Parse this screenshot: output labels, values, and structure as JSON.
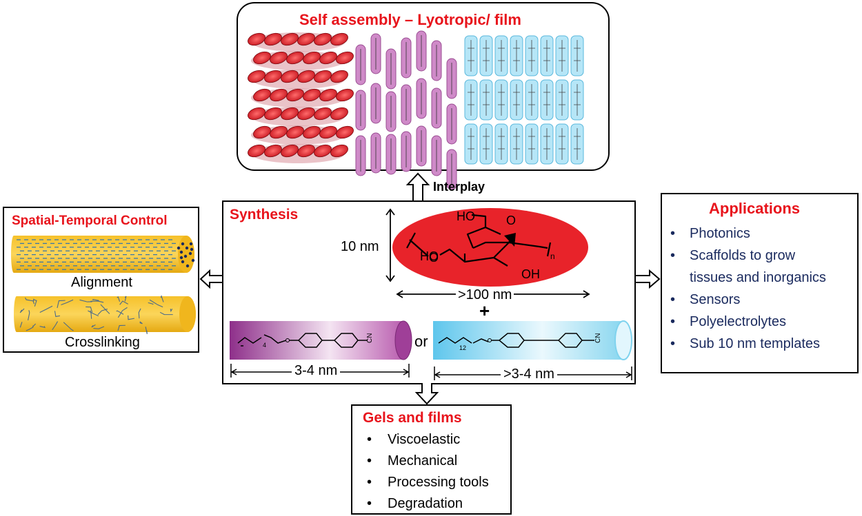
{
  "self_assembly": {
    "title": "Self assembly – Lyotropic/ film"
  },
  "interplay": {
    "label": "Interplay"
  },
  "synthesis": {
    "title": "Synthesis",
    "height_label": "10 nm",
    "length_label": ">100 nm",
    "plus": "+",
    "or": "or",
    "short_width": "3-4 nm",
    "long_width": ">3-4 nm",
    "chem": {
      "ho_top": "HO",
      "o_ring": "O",
      "ho_left": "HO",
      "oh_bottom": "OH",
      "o_left": "O",
      "n": "n",
      "sub_short": "4",
      "sub_long": "12",
      "cn": "CN"
    }
  },
  "spatial": {
    "title": "Spatial-Temporal Control",
    "alignment": "Alignment",
    "crosslinking": "Crosslinking"
  },
  "applications": {
    "title": "Applications",
    "items": [
      "Photonics",
      "Scaffolds to grow",
      "tissues and inorganics",
      "Sensors",
      "Polyelectrolytes",
      "Sub 10 nm templates"
    ]
  },
  "gels": {
    "title": "Gels and films",
    "items": [
      "Viscoelastic",
      "Mechanical",
      "Processing tools",
      "Degradation"
    ]
  },
  "colors": {
    "accent_red": "#e8141c",
    "navy": "#1a2a5e",
    "cellulose_red": "#e8232a",
    "purple": "#b64ea8",
    "cyan": "#7fd3ee",
    "yellow": "#f6c12b"
  }
}
